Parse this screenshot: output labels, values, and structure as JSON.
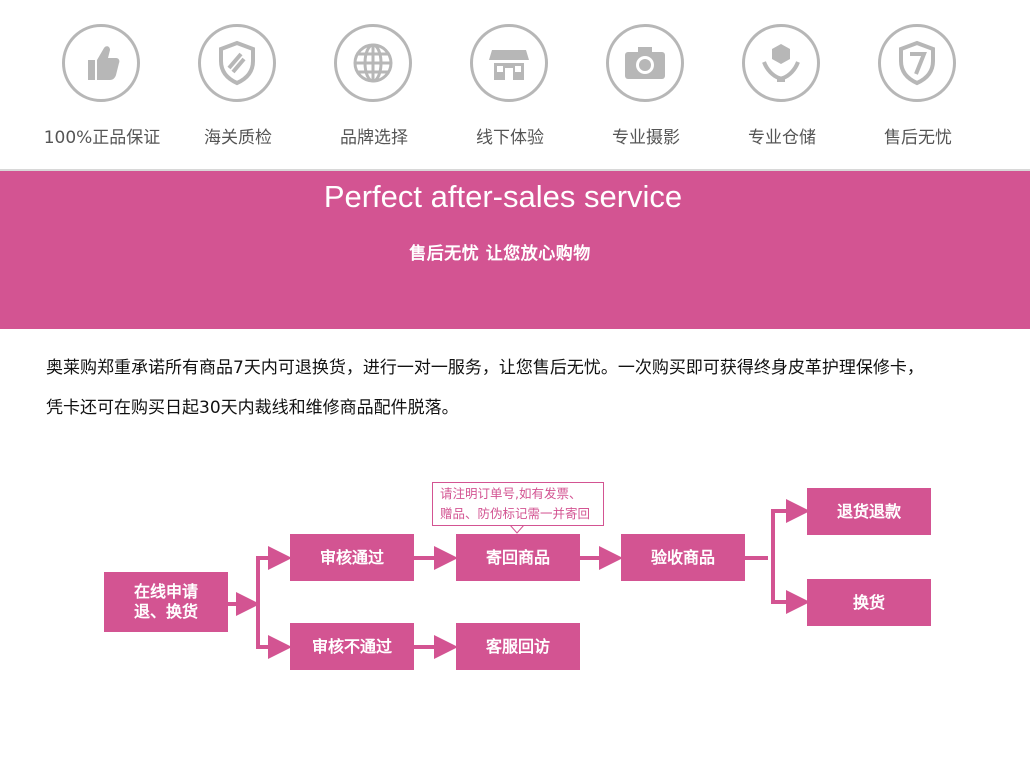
{
  "features": [
    {
      "label": "100%正品保证",
      "icon": "thumbs-up-icon"
    },
    {
      "label": "海关质检",
      "icon": "shield-icon"
    },
    {
      "label": "品牌选择",
      "icon": "globe-icon"
    },
    {
      "label": "线下体验",
      "icon": "store-icon"
    },
    {
      "label": "专业摄影",
      "icon": "camera-icon"
    },
    {
      "label": "专业仓储",
      "icon": "warehouse-box-icon"
    },
    {
      "label": "售后无忧",
      "icon": "seven-day-shield-icon"
    }
  ],
  "banner": {
    "title": "Perfect after-sales service",
    "subtitle": "售后无忧  让您放心购物"
  },
  "description": {
    "line1": "奥莱购郑重承诺所有商品7天内可退换货，进行一对一服务，让您售后无忧。一次购买即可获得终身皮革护理保修卡，",
    "line2": "凭卡还可在购买日起30天内裁线和维修商品配件脱落。"
  },
  "flow": {
    "start": {
      "line1": "在线申请",
      "line2": "退、换货"
    },
    "approved": "审核通过",
    "rejected": "审核不通过",
    "return_goods": "寄回商品",
    "customer_service": "客服回访",
    "inspect": "验收商品",
    "refund": "退货退款",
    "exchange": "换货",
    "note": {
      "line1": "请注明订单号,如有发票、",
      "line2": "赠品、防伪标记需一并寄回"
    }
  },
  "colors": {
    "accent": "#d35492",
    "icon_gray": "#b7b7b7",
    "text_gray": "#555555"
  }
}
